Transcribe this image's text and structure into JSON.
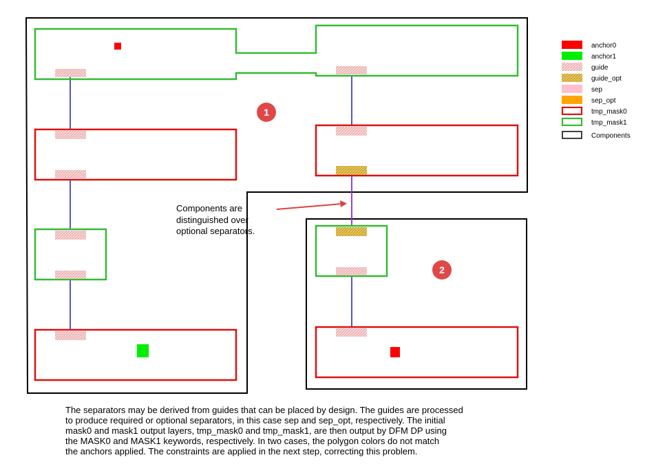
{
  "colors": {
    "anchor0": "#ff0000",
    "anchor1": "#00ee00",
    "guide": "#f5c7c7",
    "guide_opt": "#e3bd3a",
    "sep": "#ffc0cb",
    "sep_opt": "#ffa500",
    "tmp_mask0": "#dd1111",
    "tmp_mask1": "#33bb33",
    "components": "#000000",
    "guide_line": "#1a1aaa",
    "guide_opt_line": "#8a2be2",
    "arrow": "#e04040",
    "badge": "#e04848"
  },
  "legend": [
    {
      "key": "anchor0",
      "label": "anchor0"
    },
    {
      "key": "anchor1",
      "label": "anchor1"
    },
    {
      "key": "guide",
      "label": "guide"
    },
    {
      "key": "guide_opt",
      "label": "guide_opt"
    },
    {
      "key": "sep",
      "label": "sep"
    },
    {
      "key": "sep_opt",
      "label": "sep_opt"
    },
    {
      "key": "tmp_mask0",
      "label": "tmp_mask0"
    },
    {
      "key": "tmp_mask1",
      "label": "tmp_mask1"
    },
    {
      "key": "components",
      "label": "Components"
    }
  ],
  "badges": {
    "one": "1",
    "two": "2"
  },
  "callout": {
    "line1": "Components are",
    "line2": "distinguished over",
    "line3": "optional separators."
  },
  "caption": {
    "line1": "The separators may be derived from guides that can be placed by design. The guides are processed",
    "line2": "to produce required or optional separators, in this case sep and sep_opt, respectively. The initial",
    "line3": "mask0 and mask1 output layers, tmp_mask0 and tmp_mask1, are then output by DFM DP using",
    "line4": "the MASK0 and MASK1 keywords, respectively. In two cases, the polygon colors do not match",
    "line5": "the anchors applied. The constraints are applied in the next step, correcting this problem."
  }
}
